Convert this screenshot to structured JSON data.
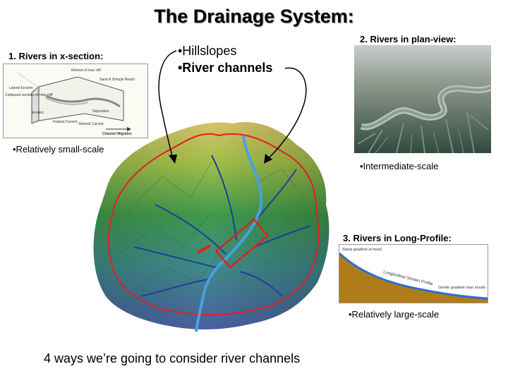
{
  "title": "The Drainage System:",
  "callouts": {
    "hillslopes": "•Hillslopes",
    "river_channels": "•River channels"
  },
  "panel1": {
    "heading": "1. Rivers in x-section:",
    "scale": "•Relatively small-scale",
    "labels": {
      "retreat": "Retreat of river cliff",
      "sand": "Sand & Shingle Beach",
      "lateral": "Lateral Erosion",
      "collapsed": "Collapsed sections of river cliff",
      "deposition": "Deposition",
      "erosion": "Erosion",
      "fastest": "Fastest Current",
      "slowest": "Slowest Current",
      "migrates": "Channel Migrates"
    }
  },
  "panel2": {
    "heading": "2. Rivers in plan-view:",
    "scale": "•Intermediate-scale"
  },
  "panel3": {
    "heading": "3. Rivers in Long-Profile:",
    "scale": "•Relatively large-scale",
    "labels": {
      "steep": "Steep gradient at head",
      "profile": "Longitudinal Stream Profile",
      "gentle": "Gentle gradient near mouth"
    }
  },
  "footer": "4 ways we’re going to consider river channels",
  "colors": {
    "watershed_outline": "#e02020",
    "river": "#4a9fe0",
    "long_profile_fill": "#b07c1a",
    "long_profile_line": "#2a6fd0"
  }
}
